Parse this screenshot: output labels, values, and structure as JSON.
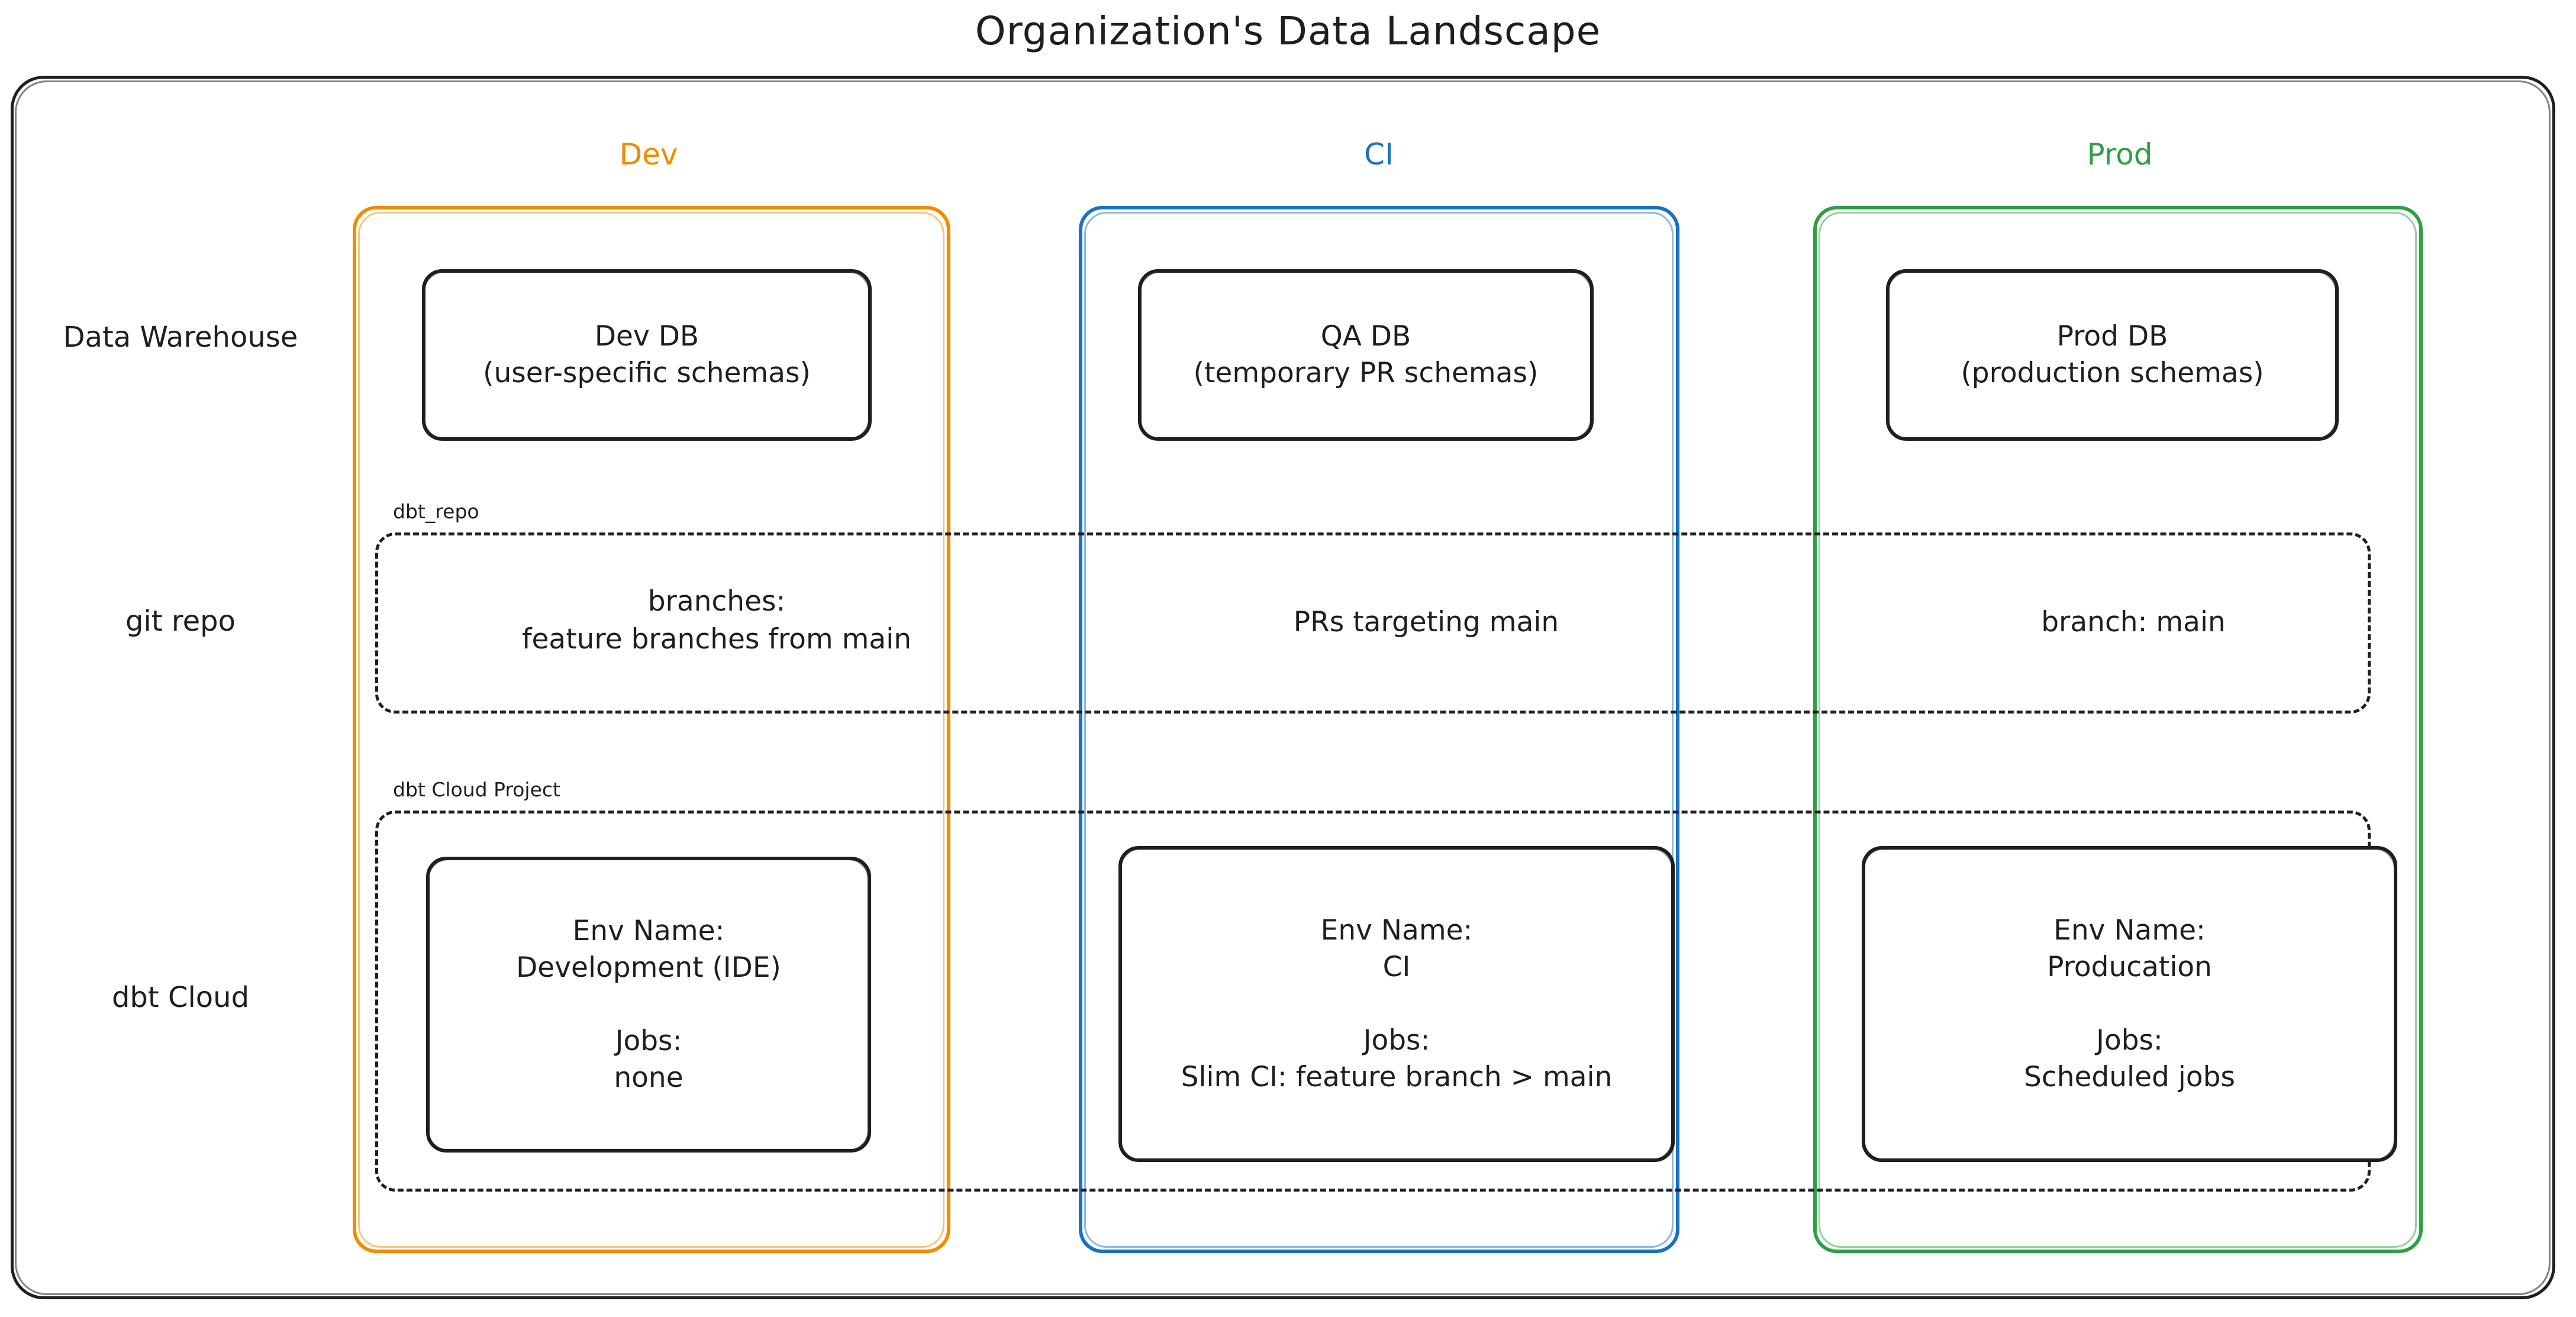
{
  "title": "Organization's Data Landscape",
  "colors": {
    "dev": "#f08c00",
    "ci": "#1971c2",
    "prod": "#2f9e44",
    "stroke": "#1e1e1e",
    "background": "#ffffff"
  },
  "columns": [
    {
      "key": "dev",
      "label": "Dev"
    },
    {
      "key": "ci",
      "label": "CI"
    },
    {
      "key": "prod",
      "label": "Prod"
    }
  ],
  "rows": [
    {
      "key": "warehouse",
      "label": "Data\nWarehouse"
    },
    {
      "key": "git",
      "label": "git repo"
    },
    {
      "key": "dbtcloud",
      "label": "dbt Cloud"
    }
  ],
  "groups": {
    "git_repo": {
      "label": "dbt_repo"
    },
    "dbt_cloud_project": {
      "label": "dbt Cloud Project"
    }
  },
  "warehouse": {
    "dev": "Dev DB\n(user-specific schemas)",
    "ci": "QA DB\n(temporary PR schemas)",
    "prod": "Prod DB\n(production schemas)"
  },
  "git_repo": {
    "dev": "branches:\nfeature branches from main",
    "ci": "PRs targeting main",
    "prod": "branch: main"
  },
  "dbt_cloud": {
    "dev": "Env Name:\nDevelopment (IDE)\n\nJobs:\nnone",
    "ci": "Env Name:\nCI\n\nJobs:\nSlim CI: feature branch > main",
    "prod": "Env Name:\nProducation\n\nJobs:\nScheduled jobs"
  }
}
